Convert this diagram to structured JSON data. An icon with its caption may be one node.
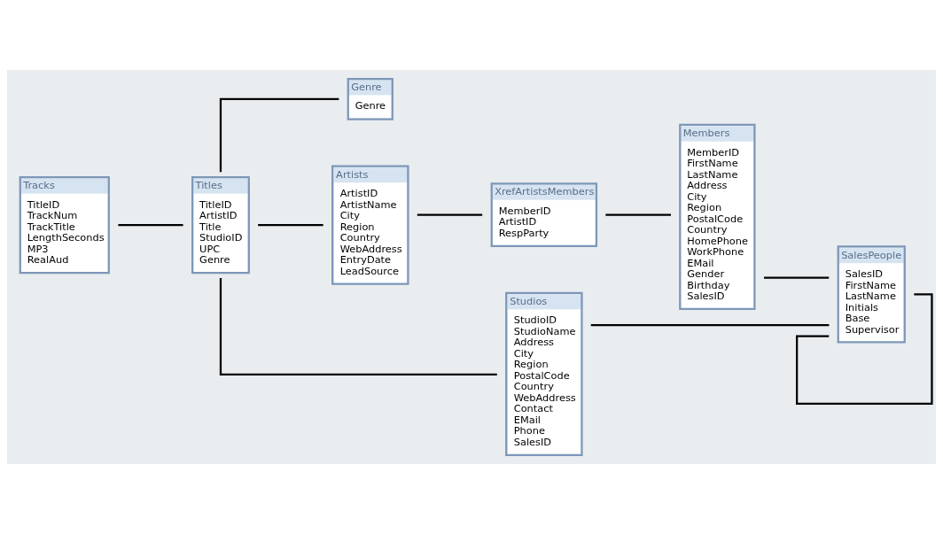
{
  "diagram": {
    "nodes": [
      {
        "text": [
          "Tracks",
          "TitleID",
          "TrackNum",
          "TrackTitle",
          "LengthSeconds",
          "MP3",
          "RealAud"
        ]
      },
      {
        "text": [
          "Titles",
          "TitleID",
          "ArtistID",
          "Title",
          "StudioID",
          "UPC",
          "Genre"
        ]
      },
      {
        "text": [
          "Genre",
          "Genre"
        ]
      },
      {
        "text": [
          "Artists",
          "ArtistID",
          "ArtistName",
          "City",
          "Region",
          "Country",
          "WebAddress",
          "EntryDate",
          "LeadSource"
        ]
      },
      {
        "text": [
          "Studios",
          "StudioID",
          "StudioName",
          "Address",
          "City",
          "Region",
          "PostalCode",
          "Country",
          "WebAddress",
          "Contact",
          "EMail",
          "Phone",
          "SalesID"
        ]
      },
      {
        "text": [
          "XrefArtistsMembers",
          "MemberID",
          "ArtistID",
          "RespParty"
        ]
      },
      {
        "text": [
          "Members",
          "MemberID",
          "FirstName",
          "LastName",
          "Address",
          "City",
          "Region",
          "PostalCode",
          "Country",
          "HomePhone",
          "WorkPhone",
          "EMail",
          "Gender",
          "Birthday",
          "SalesID"
        ]
      },
      {
        "text": [
          "SalesPeople",
          "SalesID",
          "FirstName",
          "LastName",
          "Initials",
          "Base",
          "Supervisor"
        ]
      }
    ],
    "edges": [
      {
        "from": 0,
        "to": 1,
        "arrow": "none"
      },
      {
        "from": 1,
        "to": 4,
        "arrow": "none"
      },
      {
        "from": 1,
        "to": 2,
        "arrow": "none"
      },
      {
        "from": 1,
        "to": 3,
        "arrow": "none"
      },
      {
        "from": 3,
        "to": 5,
        "arrow": "none"
      },
      {
        "from": 5,
        "to": 6,
        "arrow": "none"
      },
      {
        "from": 4,
        "to": 7,
        "arrow": "none"
      },
      {
        "from": 6,
        "to": 7,
        "arrow": "none"
      },
      {
        "from": 7,
        "to": 7,
        "arrow": "none"
      }
    ]
  }
}
